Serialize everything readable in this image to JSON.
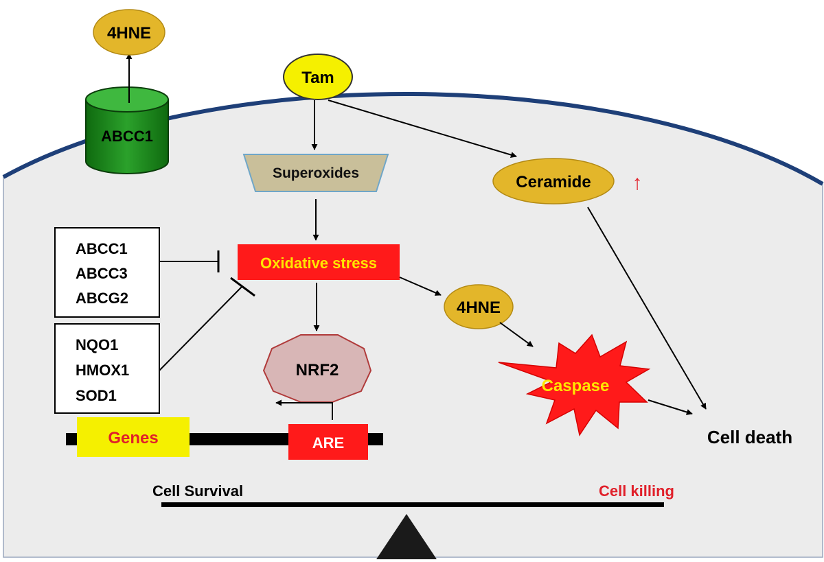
{
  "labels": {
    "hne_top": "4HNE",
    "abcc1_cyl": "ABCC1",
    "tam": "Tam",
    "superoxides": "Superoxides",
    "ceramide": "Ceramide",
    "ceramide_arrow": "↑",
    "oxidative_stress": "Oxidative stress",
    "hne_mid": "4HNE",
    "nrf2": "NRF2",
    "caspase": "Caspase",
    "genes": "Genes",
    "are": "ARE",
    "cell_death": "Cell death",
    "cell_survival": "Cell Survival",
    "cell_killing": "Cell killing"
  },
  "transporter_box": [
    "ABCC1",
    "ABCC3",
    "ABCG2"
  ],
  "antioxidant_box": [
    "NQO1",
    "HMOX1",
    "SOD1"
  ],
  "colors": {
    "yellow_node": "#f5f000",
    "gold_node": "#e3b62a",
    "red_box": "#ff1a1a",
    "red_text": "#e0202a",
    "yellow_text": "#ffe600",
    "green_cylinder": "#1f8f1f",
    "membrane": "#1e3f78",
    "cell_fill": "#ececec",
    "nrf2_fill": "#d8b6b6",
    "superoxides_fill": "#c9bf9a"
  }
}
